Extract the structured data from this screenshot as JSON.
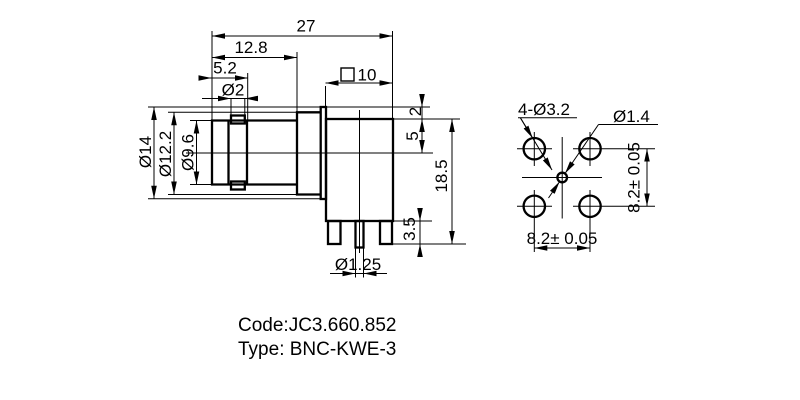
{
  "side_view": {
    "dims": {
      "overall_length": "27",
      "front_length": "12.8",
      "bayonet_offset": "5.2",
      "bayonet_pin_dia": "Ø2",
      "body_square": "10",
      "flange_dia": "Ø14",
      "collar_dia": "Ø12.2",
      "shell_dia": "Ø9.6",
      "flange_to_body": "2",
      "body_top_to_axis": "5",
      "body_height": "18.5",
      "leg_length": "3.5",
      "center_pin_dia": "Ø1.25"
    }
  },
  "hole_view": {
    "dims": {
      "mount_holes": "4-Ø3.2",
      "center_hole_dia": "Ø1.4",
      "spacing_vertical": "8.2± 0.05",
      "spacing_horizontal": "8.2± 0.05"
    }
  },
  "title_block": {
    "code": "Code:JC3.660.852",
    "type": "Type: BNC-KWE-3"
  }
}
